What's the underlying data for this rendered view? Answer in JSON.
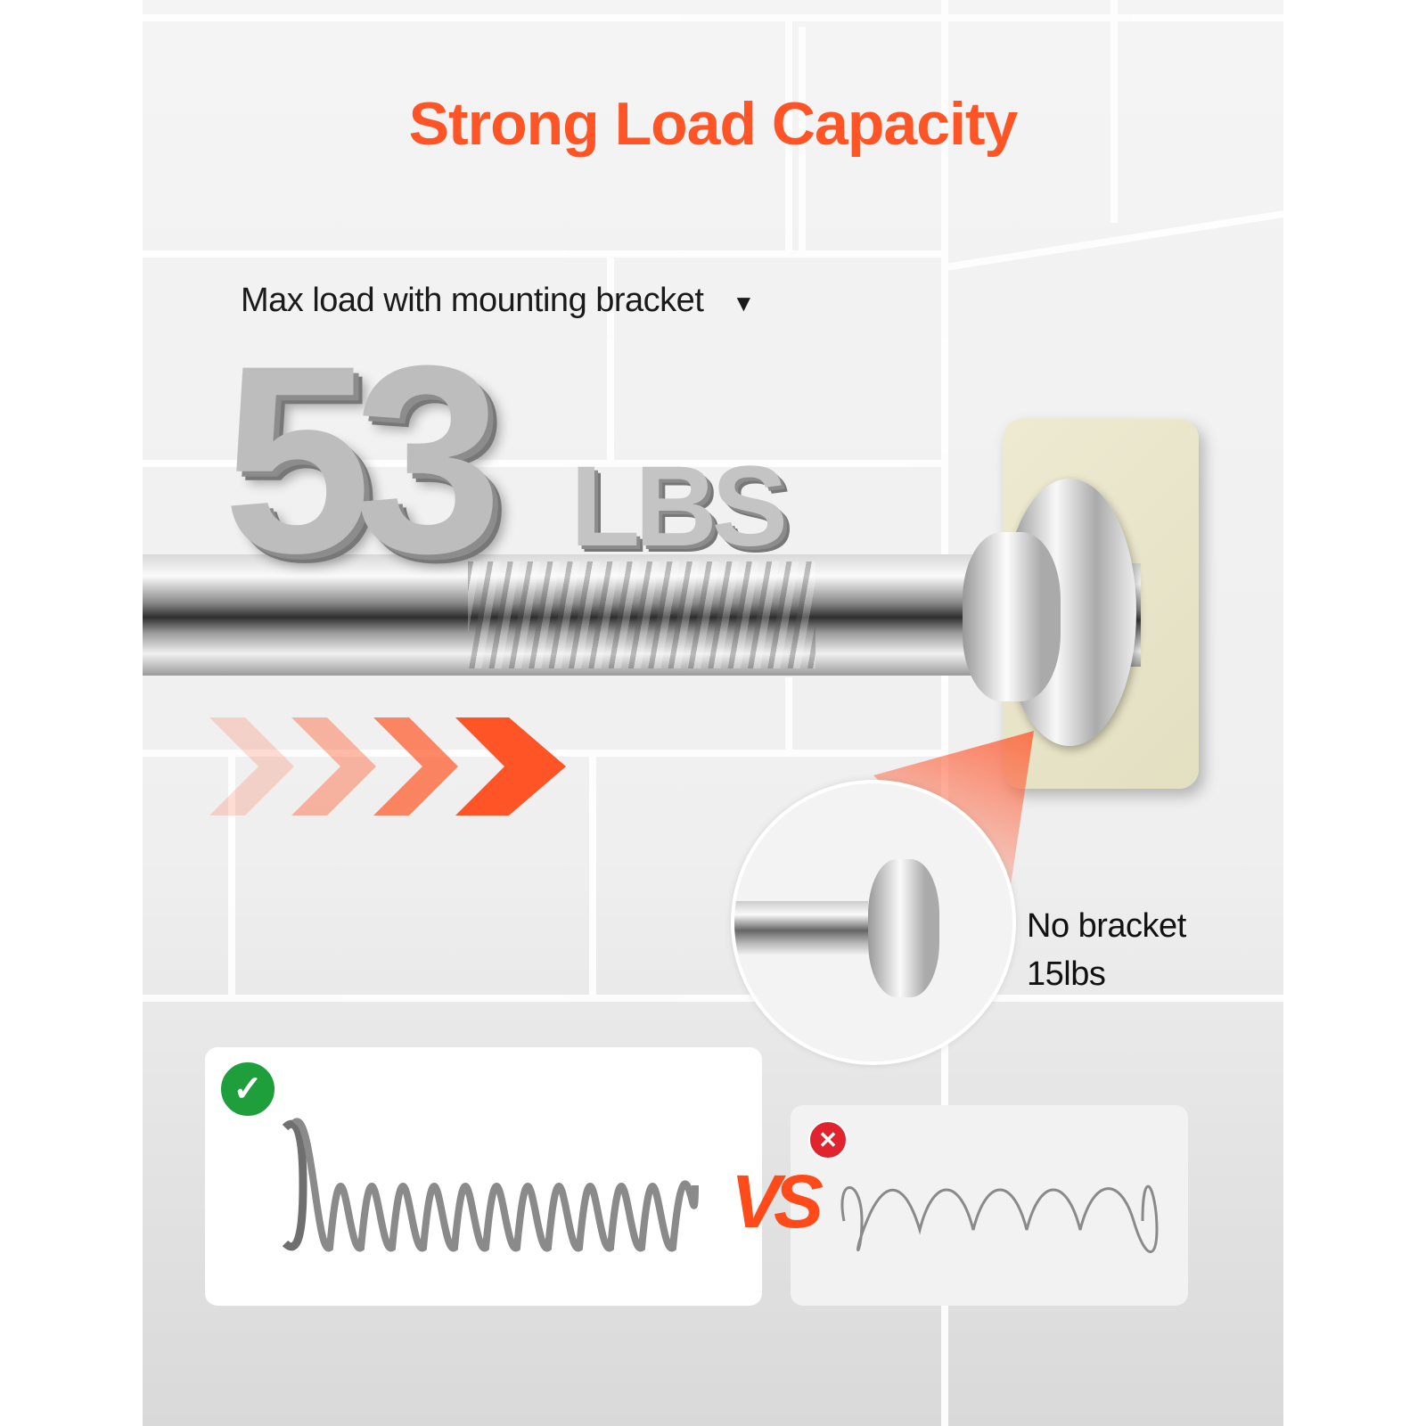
{
  "title": "Strong Load Capacity",
  "bracket_label": "Max load with mounting bracket",
  "bracket_arrow_icon": "triangle-down-icon",
  "bracket_load": {
    "value": "53",
    "unit": "LBS"
  },
  "no_bracket": {
    "label": "No bracket",
    "value": "15lbs"
  },
  "comparison": {
    "vs": "VS",
    "good_icon": "check-circle-icon",
    "bad_icon": "x-circle-icon"
  },
  "colors": {
    "accent": "#ff5526",
    "check": "#1f9e3c",
    "cross": "#e0242f",
    "bracket": "#e8e4c8"
  }
}
